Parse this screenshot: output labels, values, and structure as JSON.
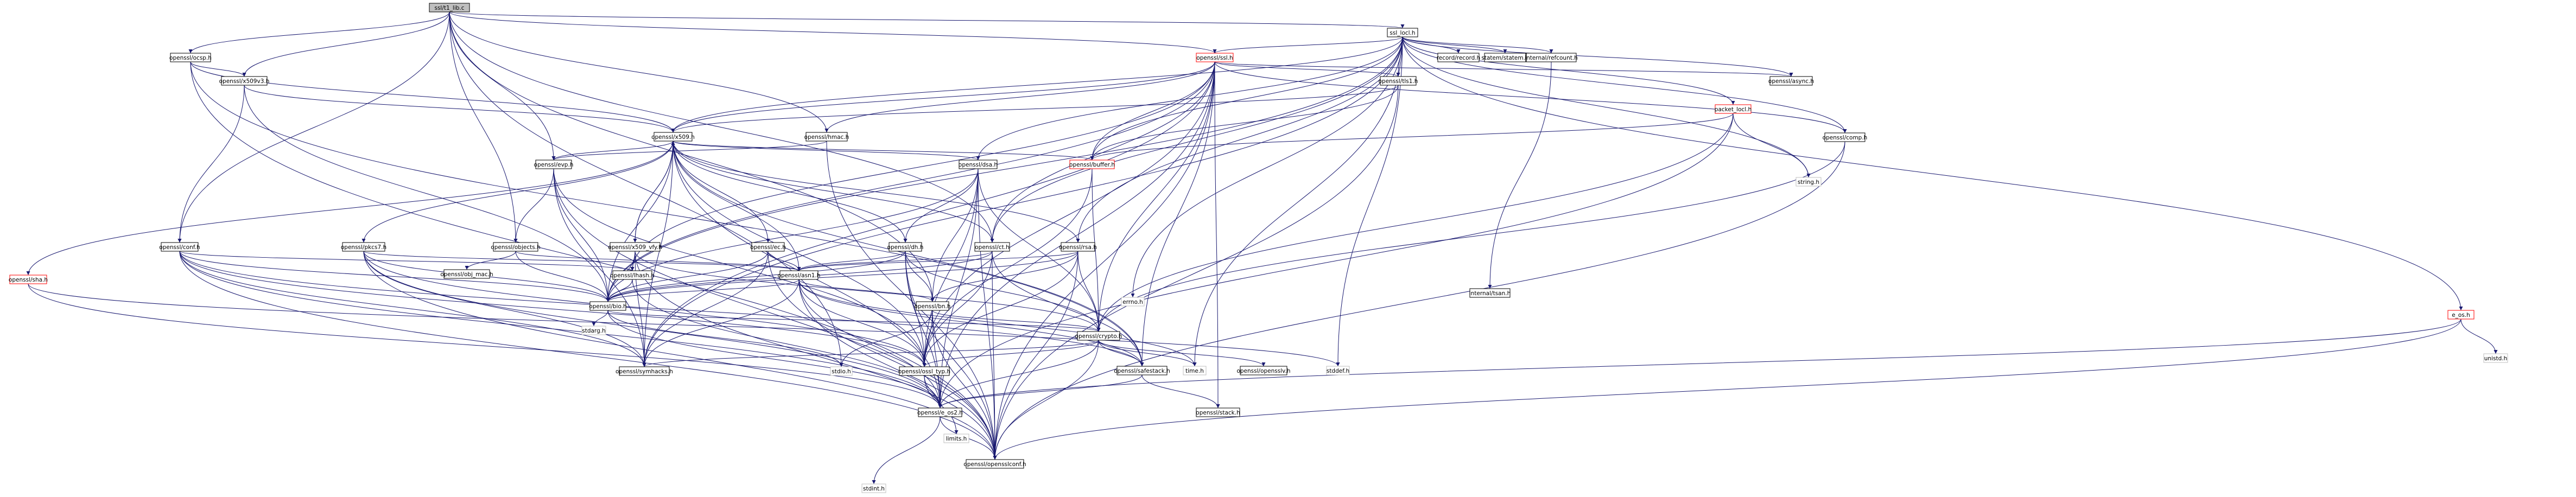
{
  "colors": {
    "edge": "#191970",
    "root_fill": "#bfbfbf",
    "normal_border": "#000000",
    "truncated_border": "#ff0000",
    "external_border": "#bfbfbf"
  },
  "nodes": [
    {
      "id": "ssl_lib",
      "label": "ssl/t1_lib.c",
      "style": "root"
    },
    {
      "id": "ssl_locl",
      "label": "ssl_locl.h",
      "style": "normal"
    },
    {
      "id": "ocsp",
      "label": "openssl/ocsp.h",
      "style": "normal"
    },
    {
      "id": "x509v3",
      "label": "openssl/x509v3.h",
      "style": "normal"
    },
    {
      "id": "x509",
      "label": "openssl/x509.h",
      "style": "normal"
    },
    {
      "id": "ssl",
      "label": "openssl/ssl.h",
      "style": "truncated"
    },
    {
      "id": "record",
      "label": "record/record.h",
      "style": "normal"
    },
    {
      "id": "statem",
      "label": "statem/statem.h",
      "style": "normal"
    },
    {
      "id": "refcount",
      "label": "internal/refcount.h",
      "style": "normal"
    },
    {
      "id": "tls1",
      "label": "openssl/tls1.h",
      "style": "normal"
    },
    {
      "id": "async",
      "label": "openssl/async.h",
      "style": "normal"
    },
    {
      "id": "comp",
      "label": "openssl/comp.h",
      "style": "normal"
    },
    {
      "id": "packet",
      "label": "packet_locl.h",
      "style": "truncated"
    },
    {
      "id": "hmac",
      "label": "openssl/hmac.h",
      "style": "normal"
    },
    {
      "id": "dsa",
      "label": "openssl/dsa.h",
      "style": "normal"
    },
    {
      "id": "buffer",
      "label": "openssl/buffer.h",
      "style": "truncated"
    },
    {
      "id": "evp",
      "label": "openssl/evp.h",
      "style": "normal"
    },
    {
      "id": "conf",
      "label": "openssl/conf.h",
      "style": "normal"
    },
    {
      "id": "pkcs7",
      "label": "openssl/pkcs7.h",
      "style": "normal"
    },
    {
      "id": "objects",
      "label": "openssl/objects.h",
      "style": "normal"
    },
    {
      "id": "x509_vfy",
      "label": "openssl/x509_vfy.h",
      "style": "normal"
    },
    {
      "id": "ec",
      "label": "openssl/ec.h",
      "style": "normal"
    },
    {
      "id": "dh",
      "label": "openssl/dh.h",
      "style": "normal"
    },
    {
      "id": "rsa",
      "label": "openssl/rsa.h",
      "style": "normal"
    },
    {
      "id": "ct",
      "label": "openssl/ct.h",
      "style": "normal"
    },
    {
      "id": "lhash",
      "label": "openssl/lhash.h",
      "style": "normal"
    },
    {
      "id": "obj_mac",
      "label": "openssl/obj_mac.h",
      "style": "normal"
    },
    {
      "id": "sha",
      "label": "openssl/sha.h",
      "style": "truncated"
    },
    {
      "id": "asn1",
      "label": "openssl/asn1.h",
      "style": "normal"
    },
    {
      "id": "bio",
      "label": "openssl/bio.h",
      "style": "normal"
    },
    {
      "id": "bn",
      "label": "openssl/bn.h",
      "style": "normal"
    },
    {
      "id": "crypto",
      "label": "openssl/crypto.h",
      "style": "normal"
    },
    {
      "id": "stdarg",
      "label": "stdarg.h",
      "style": "external"
    },
    {
      "id": "symhacks",
      "label": "openssl/symhacks.h",
      "style": "normal"
    },
    {
      "id": "stdio",
      "label": "stdio.h",
      "style": "external"
    },
    {
      "id": "ossl_typ",
      "label": "openssl/ossl_typ.h",
      "style": "normal"
    },
    {
      "id": "safestack",
      "label": "openssl/safestack.h",
      "style": "normal"
    },
    {
      "id": "stack",
      "label": "openssl/stack.h",
      "style": "normal"
    },
    {
      "id": "e_os2",
      "label": "openssl/e_os2.h",
      "style": "normal"
    },
    {
      "id": "opensslconf",
      "label": "openssl/opensslconf.h",
      "style": "normal"
    },
    {
      "id": "stdint",
      "label": "stdint.h",
      "style": "external"
    },
    {
      "id": "limits",
      "label": "limits.h",
      "style": "external"
    },
    {
      "id": "time",
      "label": "time.h",
      "style": "external"
    },
    {
      "id": "stddef",
      "label": "stddef.h",
      "style": "external"
    },
    {
      "id": "errno",
      "label": "errno.h",
      "style": "external"
    },
    {
      "id": "string",
      "label": "string.h",
      "style": "external"
    },
    {
      "id": "tsan",
      "label": "internal/tsan.h",
      "style": "normal"
    },
    {
      "id": "opensslv",
      "label": "openssl/opensslv.h",
      "style": "normal"
    },
    {
      "id": "e_os",
      "label": "e_os.h",
      "style": "truncated"
    },
    {
      "id": "unistd",
      "label": "unistd.h",
      "style": "external"
    }
  ],
  "edges": [
    [
      "ssl_lib",
      "ssl_locl"
    ],
    [
      "ssl_lib",
      "ocsp"
    ],
    [
      "ssl_lib",
      "x509v3"
    ],
    [
      "ssl_lib",
      "conf"
    ],
    [
      "ssl_lib",
      "objects"
    ],
    [
      "ssl_lib",
      "hmac"
    ],
    [
      "ssl_lib",
      "evp"
    ],
    [
      "ssl_lib",
      "bn"
    ],
    [
      "ssl_lib",
      "ct"
    ],
    [
      "ssl_lib",
      "ssl"
    ],
    [
      "ssl_lib",
      "stdio"
    ],
    [
      "ssl_lib",
      "stdlib_dummy"
    ],
    [
      "ssl_locl",
      "e_os"
    ],
    [
      "ssl_locl",
      "stddef"
    ],
    [
      "ssl_locl",
      "string"
    ],
    [
      "ssl_locl",
      "errno"
    ],
    [
      "ssl_locl",
      "buffer"
    ],
    [
      "ssl_locl",
      "comp"
    ],
    [
      "ssl_locl",
      "bio"
    ],
    [
      "ssl_locl",
      "rsa"
    ],
    [
      "ssl_locl",
      "dsa"
    ],
    [
      "ssl_locl",
      "err_dummy"
    ],
    [
      "ssl_locl",
      "ssl"
    ],
    [
      "ssl_locl",
      "async"
    ],
    [
      "ssl_locl",
      "symhacks"
    ],
    [
      "ssl_locl",
      "ct"
    ],
    [
      "ssl_locl",
      "record"
    ],
    [
      "ssl_locl",
      "statem"
    ],
    [
      "ssl_locl",
      "packet"
    ],
    [
      "ssl_locl",
      "refcount"
    ],
    [
      "ssl_locl",
      "tls1"
    ],
    [
      "ssl_locl",
      "x509"
    ],
    [
      "ssl_locl",
      "stdlib_dummy"
    ],
    [
      "ssl_locl",
      "time"
    ],
    [
      "ocsp",
      "x509"
    ],
    [
      "ocsp",
      "x509v3"
    ],
    [
      "ocsp",
      "safestack"
    ],
    [
      "ocsp",
      "opensslconf"
    ],
    [
      "x509v3",
      "bio"
    ],
    [
      "x509v3",
      "x509"
    ],
    [
      "x509v3",
      "conf"
    ],
    [
      "x509",
      "e_os2"
    ],
    [
      "x509",
      "ossl_typ"
    ],
    [
      "x509",
      "symhacks"
    ],
    [
      "x509",
      "buffer"
    ],
    [
      "x509",
      "evp"
    ],
    [
      "x509",
      "bio"
    ],
    [
      "x509",
      "asn1"
    ],
    [
      "x509",
      "safestack"
    ],
    [
      "x509",
      "ec"
    ],
    [
      "x509",
      "dsa"
    ],
    [
      "x509",
      "dh"
    ],
    [
      "x509",
      "rsa"
    ],
    [
      "x509",
      "sha"
    ],
    [
      "x509",
      "x509_vfy"
    ],
    [
      "x509",
      "pkcs7"
    ],
    [
      "ssl",
      "e_os2"
    ],
    [
      "ssl",
      "opensslconf"
    ],
    [
      "ssl",
      "comp"
    ],
    [
      "ssl",
      "bio"
    ],
    [
      "ssl",
      "x509"
    ],
    [
      "ssl",
      "stack"
    ],
    [
      "ssl",
      "lhash"
    ],
    [
      "ssl",
      "pem_dummy"
    ],
    [
      "ssl",
      "hmac"
    ],
    [
      "ssl",
      "async"
    ],
    [
      "ssl",
      "buffer"
    ],
    [
      "ssl",
      "symhacks"
    ],
    [
      "ssl",
      "ct"
    ],
    [
      "ssl",
      "tls1"
    ],
    [
      "ssl",
      "safestack"
    ],
    [
      "ssl",
      "crypto"
    ],
    [
      "ssl",
      "ossl_typ"
    ],
    [
      "tls1",
      "buffer"
    ],
    [
      "tls1",
      "x509"
    ],
    [
      "tls1",
      "opensslconf"
    ],
    [
      "async",
      "stdlib_dummy"
    ],
    [
      "comp",
      "crypto"
    ],
    [
      "comp",
      "opensslconf"
    ],
    [
      "packet",
      "string"
    ],
    [
      "packet",
      "stdlib_dummy"
    ],
    [
      "packet",
      "buffer"
    ],
    [
      "packet",
      "crypto"
    ],
    [
      "packet",
      "e_os2"
    ],
    [
      "hmac",
      "evp"
    ],
    [
      "hmac",
      "opensslconf"
    ],
    [
      "dsa",
      "e_os2"
    ],
    [
      "dsa",
      "bio"
    ],
    [
      "dsa",
      "crypto"
    ],
    [
      "dsa",
      "ossl_typ"
    ],
    [
      "dsa",
      "opensslconf"
    ],
    [
      "dsa",
      "bn"
    ],
    [
      "dsa",
      "dh"
    ],
    [
      "buffer",
      "ossl_typ"
    ],
    [
      "buffer",
      "crypto"
    ],
    [
      "evp",
      "opensslconf"
    ],
    [
      "evp",
      "ossl_typ"
    ],
    [
      "evp",
      "symhacks"
    ],
    [
      "evp",
      "bio"
    ],
    [
      "evp",
      "objects"
    ],
    [
      "conf",
      "bio"
    ],
    [
      "conf",
      "lhash"
    ],
    [
      "conf",
      "safestack"
    ],
    [
      "conf",
      "e_os2"
    ],
    [
      "conf",
      "ossl_typ"
    ],
    [
      "conf",
      "symhacks"
    ],
    [
      "conf",
      "opensslconf"
    ],
    [
      "pkcs7",
      "asn1"
    ],
    [
      "pkcs7",
      "bio"
    ],
    [
      "pkcs7",
      "e_os2"
    ],
    [
      "pkcs7",
      "symhacks"
    ],
    [
      "pkcs7",
      "ossl_typ"
    ],
    [
      "pkcs7",
      "opensslconf"
    ],
    [
      "objects",
      "obj_mac"
    ],
    [
      "objects",
      "bio"
    ],
    [
      "objects",
      "asn1"
    ],
    [
      "x509_vfy",
      "opensslconf"
    ],
    [
      "x509_vfy",
      "lhash"
    ],
    [
      "x509_vfy",
      "bio"
    ],
    [
      "x509_vfy",
      "crypto"
    ],
    [
      "x509_vfy",
      "symhacks"
    ],
    [
      "x509_vfy",
      "x509"
    ],
    [
      "ec",
      "opensslconf"
    ],
    [
      "ec",
      "asn1"
    ],
    [
      "ec",
      "symhacks"
    ],
    [
      "ec",
      "bio"
    ],
    [
      "dh",
      "opensslconf"
    ],
    [
      "dh",
      "e_os2"
    ],
    [
      "dh",
      "bio"
    ],
    [
      "dh",
      "asn1"
    ],
    [
      "dh",
      "ossl_typ"
    ],
    [
      "dh",
      "bn"
    ],
    [
      "dh",
      "crypto"
    ],
    [
      "rsa",
      "opensslconf"
    ],
    [
      "rsa",
      "asn1"
    ],
    [
      "rsa",
      "bio"
    ],
    [
      "rsa",
      "crypto"
    ],
    [
      "rsa",
      "ossl_typ"
    ],
    [
      "rsa",
      "bn"
    ],
    [
      "ct",
      "opensslconf"
    ],
    [
      "ct",
      "ossl_typ"
    ],
    [
      "ct",
      "safestack"
    ],
    [
      "ct",
      "x509"
    ],
    [
      "ct",
      "bio"
    ],
    [
      "ct",
      "asn1"
    ],
    [
      "lhash",
      "e_os2"
    ],
    [
      "lhash",
      "bio"
    ],
    [
      "sha",
      "e_os2"
    ],
    [
      "sha",
      "stddef"
    ],
    [
      "asn1",
      "time"
    ],
    [
      "asn1",
      "e_os2"
    ],
    [
      "asn1",
      "opensslconf"
    ],
    [
      "asn1",
      "bio"
    ],
    [
      "asn1",
      "safestack"
    ],
    [
      "asn1",
      "asn1"
    ],
    [
      "asn1",
      "symhacks"
    ],
    [
      "asn1",
      "ossl_typ"
    ],
    [
      "asn1",
      "bn"
    ],
    [
      "bio",
      "e_os2"
    ],
    [
      "bio",
      "stdio"
    ],
    [
      "bio",
      "stdarg"
    ],
    [
      "bio",
      "crypto"
    ],
    [
      "bn",
      "e_os2"
    ],
    [
      "bn",
      "stdio"
    ],
    [
      "bn",
      "opensslconf"
    ],
    [
      "bn",
      "ossl_typ"
    ],
    [
      "bn",
      "crypto"
    ],
    [
      "crypto",
      "stdlib_dummy"
    ],
    [
      "crypto",
      "time"
    ],
    [
      "crypto",
      "e_os2"
    ],
    [
      "crypto",
      "safestack"
    ],
    [
      "crypto",
      "opensslv"
    ],
    [
      "crypto",
      "ossl_typ"
    ],
    [
      "crypto",
      "opensslconf"
    ],
    [
      "crypto",
      "symhacks"
    ],
    [
      "ossl_typ",
      "e_os2"
    ],
    [
      "ossl_typ",
      "limits"
    ],
    [
      "safestack",
      "stack"
    ],
    [
      "safestack",
      "e_os2"
    ],
    [
      "e_os2",
      "opensslconf"
    ],
    [
      "e_os2",
      "stdint"
    ],
    [
      "refcount",
      "tsan"
    ],
    [
      "e_os",
      "opensslconf"
    ],
    [
      "e_os",
      "e_os2"
    ],
    [
      "e_os",
      "unistd"
    ]
  ]
}
